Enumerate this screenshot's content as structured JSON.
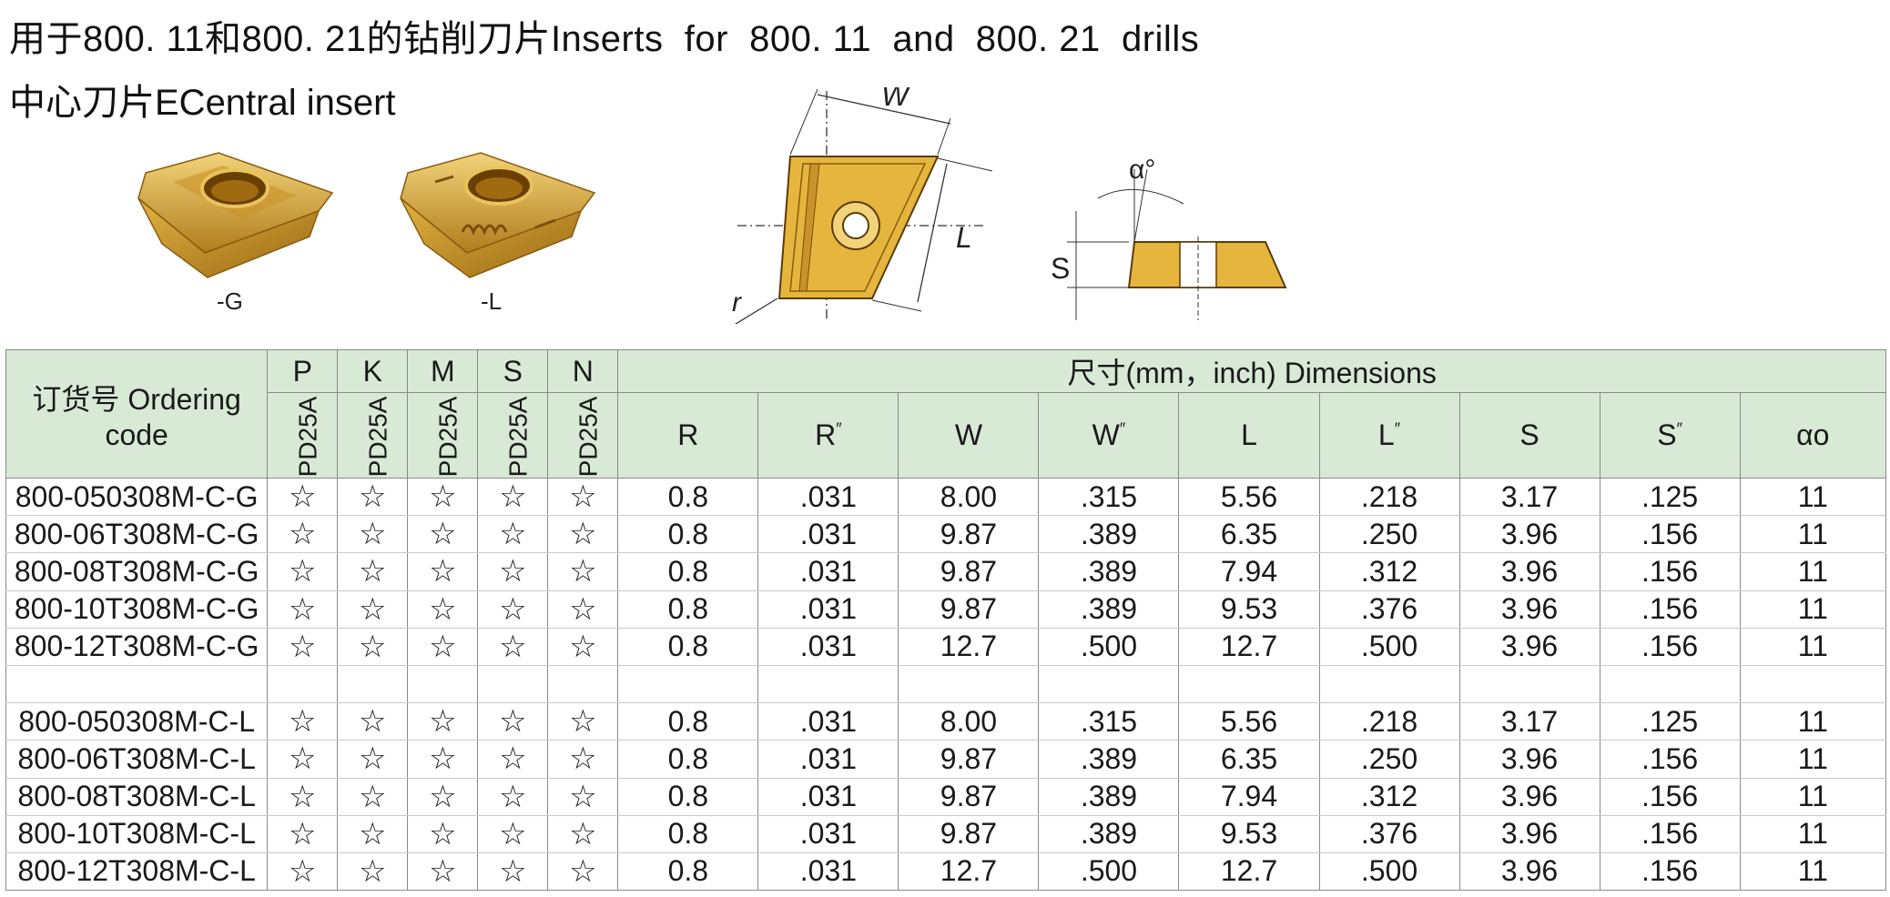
{
  "header": {
    "title": "用于800. 11和800. 21的钻削刀片Inserts  for  800. 11  and  800. 21  drills",
    "subtitle": "中心刀片ECentral insert"
  },
  "illustrations": {
    "caption_g": "-G",
    "caption_l": "-L",
    "label_w": "W",
    "label_l": "L",
    "label_r": "r",
    "label_s": "S",
    "label_alpha": "α°"
  },
  "table": {
    "ordering_code_label": "订货号 Ordering code",
    "grade_groups": [
      "P",
      "K",
      "M",
      "S",
      "N"
    ],
    "grade_name": "PD25A",
    "dimensions_label": "尺寸(mm，inch) Dimensions",
    "dim_columns": [
      {
        "label": "R",
        "mark": ""
      },
      {
        "label": "R",
        "mark": "″"
      },
      {
        "label": "W",
        "mark": ""
      },
      {
        "label": "W",
        "mark": "″"
      },
      {
        "label": "L",
        "mark": ""
      },
      {
        "label": "L",
        "mark": "″"
      },
      {
        "label": "S",
        "mark": ""
      },
      {
        "label": "S",
        "mark": "″"
      },
      {
        "label": "αο",
        "mark": ""
      }
    ],
    "star": "☆",
    "rows": [
      {
        "code": "800-050308M-C-G",
        "avail": [
          1,
          1,
          1,
          1,
          1
        ],
        "dims": [
          "0.8",
          ".031",
          "8.00",
          ".315",
          "5.56",
          ".218",
          "3.17",
          ".125",
          "11"
        ]
      },
      {
        "code": "800-06T308M-C-G",
        "avail": [
          1,
          1,
          1,
          1,
          1
        ],
        "dims": [
          "0.8",
          ".031",
          "9.87",
          ".389",
          "6.35",
          ".250",
          "3.96",
          ".156",
          "11"
        ]
      },
      {
        "code": "800-08T308M-C-G",
        "avail": [
          1,
          1,
          1,
          1,
          1
        ],
        "dims": [
          "0.8",
          ".031",
          "9.87",
          ".389",
          "7.94",
          ".312",
          "3.96",
          ".156",
          "11"
        ]
      },
      {
        "code": "800-10T308M-C-G",
        "avail": [
          1,
          1,
          1,
          1,
          1
        ],
        "dims": [
          "0.8",
          ".031",
          "9.87",
          ".389",
          "9.53",
          ".376",
          "3.96",
          ".156",
          "11"
        ]
      },
      {
        "code": "800-12T308M-C-G",
        "avail": [
          1,
          1,
          1,
          1,
          1
        ],
        "dims": [
          "0.8",
          ".031",
          "12.7",
          ".500",
          "12.7",
          ".500",
          "3.96",
          ".156",
          "11"
        ]
      },
      {
        "code": "",
        "avail": [
          0,
          0,
          0,
          0,
          0
        ],
        "dims": [
          "",
          "",
          "",
          "",
          "",
          "",
          "",
          "",
          ""
        ]
      },
      {
        "code": "800-050308M-C-L",
        "avail": [
          1,
          1,
          1,
          1,
          1
        ],
        "dims": [
          "0.8",
          ".031",
          "8.00",
          ".315",
          "5.56",
          ".218",
          "3.17",
          ".125",
          "11"
        ]
      },
      {
        "code": "800-06T308M-C-L",
        "avail": [
          1,
          1,
          1,
          1,
          1
        ],
        "dims": [
          "0.8",
          ".031",
          "9.87",
          ".389",
          "6.35",
          ".250",
          "3.96",
          ".156",
          "11"
        ]
      },
      {
        "code": "800-08T308M-C-L",
        "avail": [
          1,
          1,
          1,
          1,
          1
        ],
        "dims": [
          "0.8",
          ".031",
          "9.87",
          ".389",
          "7.94",
          ".312",
          "3.96",
          ".156",
          "11"
        ]
      },
      {
        "code": "800-10T308M-C-L",
        "avail": [
          1,
          1,
          1,
          1,
          1
        ],
        "dims": [
          "0.8",
          ".031",
          "9.87",
          ".389",
          "9.53",
          ".376",
          "3.96",
          ".156",
          "11"
        ]
      },
      {
        "code": "800-12T308M-C-L",
        "avail": [
          1,
          1,
          1,
          1,
          1
        ],
        "dims": [
          "0.8",
          ".031",
          "12.7",
          ".500",
          "12.7",
          ".500",
          "3.96",
          ".156",
          "11"
        ]
      }
    ]
  },
  "colors": {
    "header_bg": "#d8e9d6",
    "insert_gold": "#d8a532",
    "insert_dark": "#9a6a12",
    "insert_light": "#f0cf72"
  }
}
